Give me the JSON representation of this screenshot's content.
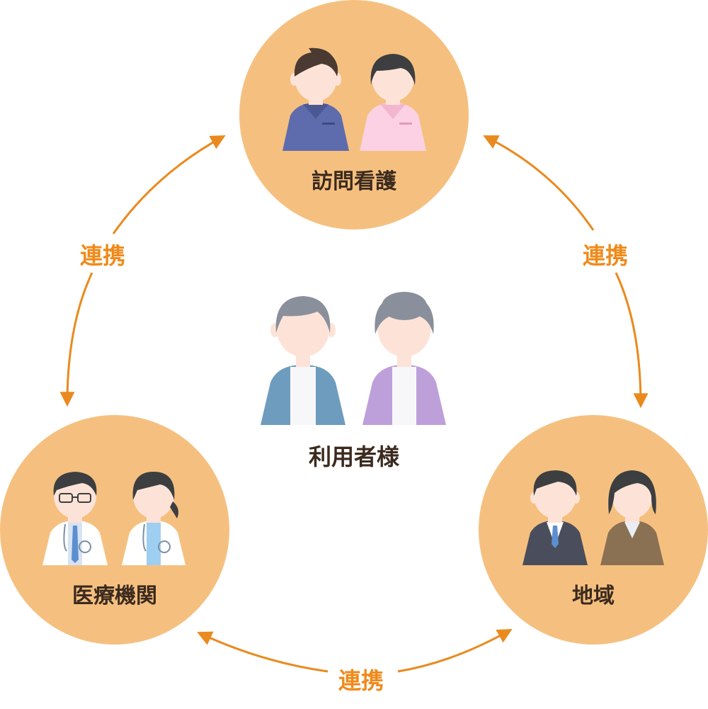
{
  "nodes": {
    "nursing": {
      "label": "訪問看護"
    },
    "medical": {
      "label": "医療機関"
    },
    "community": {
      "label": "地域"
    },
    "users": {
      "label": "利用者様"
    }
  },
  "links": {
    "left": "連携",
    "right": "連携",
    "bottom": "連携"
  },
  "colors": {
    "circle": "#F5C07F",
    "arrow": "#EA8A1E",
    "link_text": "#EF8A1A",
    "label_text": "#3B2A1E",
    "skin": "#FDE3D7",
    "hair_dark": "#3D3E40",
    "hair_brown": "#4A3A32",
    "hair_gray": "#8A8F9C",
    "nurse_male": "#5E6CAE",
    "nurse_female": "#FCD1E4",
    "elder_male": "#6E9CBE",
    "elder_female": "#BDA0DA",
    "suit_dark": "#4A4E5C",
    "suit_brown": "#8B7153",
    "coat": "#FFFFFF",
    "shirt_blue": "#7FB2E0"
  },
  "icons": [
    "nurse-male-icon",
    "nurse-female-icon",
    "doctor-male-icon",
    "doctor-female-icon",
    "businessman-icon",
    "businesswoman-icon",
    "elder-male-icon",
    "elder-female-icon",
    "arrow-icon"
  ]
}
